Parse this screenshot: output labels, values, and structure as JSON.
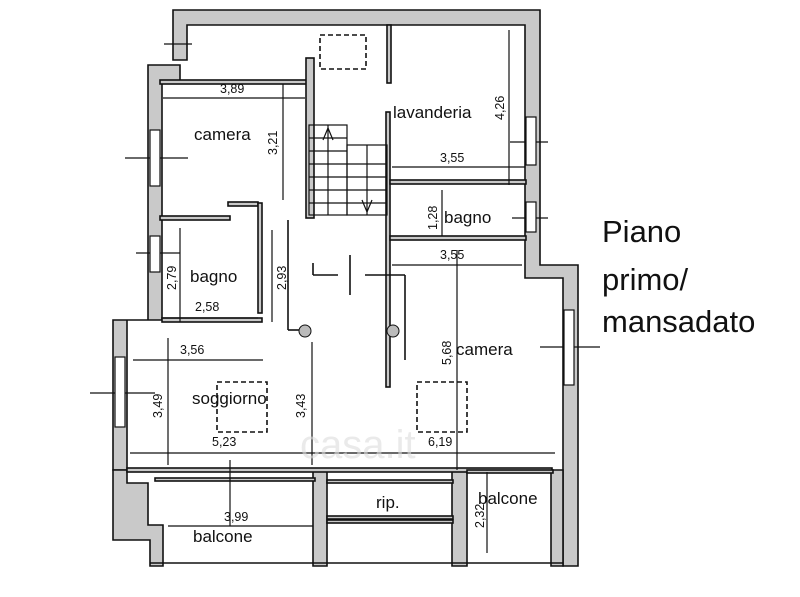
{
  "title": {
    "line1": "Piano",
    "line2": "primo/",
    "line3": "mansadato"
  },
  "rooms": {
    "camera_top": "camera",
    "lavanderia": "lavanderia",
    "bagno_right": "bagno",
    "bagno_left": "bagno",
    "camera_right": "camera",
    "soggiorno": "soggiorno",
    "rip": "rip.",
    "balcone_left": "balcone",
    "balcone_right": "balcone"
  },
  "dimensions": {
    "camera_top_w": "3,89",
    "camera_top_h": "3,21",
    "lavanderia_h": "4,26",
    "lavanderia_w": "3,55",
    "bagno_right_h": "1,28",
    "camera_right_w": "3,55",
    "bagno_left_h": "2,79",
    "hall_h": "2,93",
    "bagno_left_w": "2,58",
    "soggiorno_w": "3,56",
    "soggiorno_h": "3,49",
    "soggiorno_h2": "3,43",
    "camera_right_h": "5,68",
    "soggiorno_full_w": "5,23",
    "camera_right_full_w": "6,19",
    "balcone_left_w": "3,99",
    "balcone_right_h": "2,32"
  },
  "watermark": "casa.it"
}
